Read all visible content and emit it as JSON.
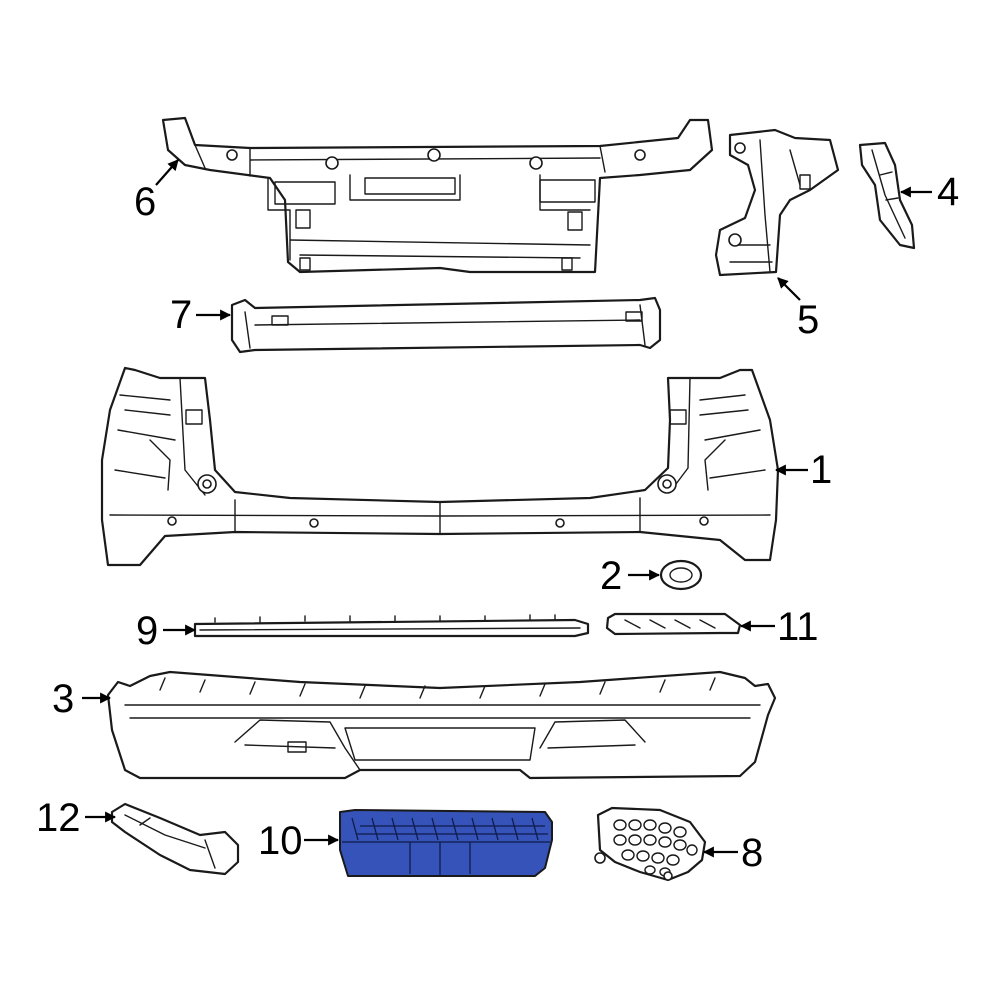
{
  "diagram": {
    "highlight_color": "#3553b8",
    "callouts": [
      {
        "number": "1"
      },
      {
        "number": "2"
      },
      {
        "number": "3"
      },
      {
        "number": "4"
      },
      {
        "number": "5"
      },
      {
        "number": "6"
      },
      {
        "number": "7"
      },
      {
        "number": "8"
      },
      {
        "number": "9"
      },
      {
        "number": "10"
      },
      {
        "number": "11"
      },
      {
        "number": "12"
      }
    ]
  }
}
